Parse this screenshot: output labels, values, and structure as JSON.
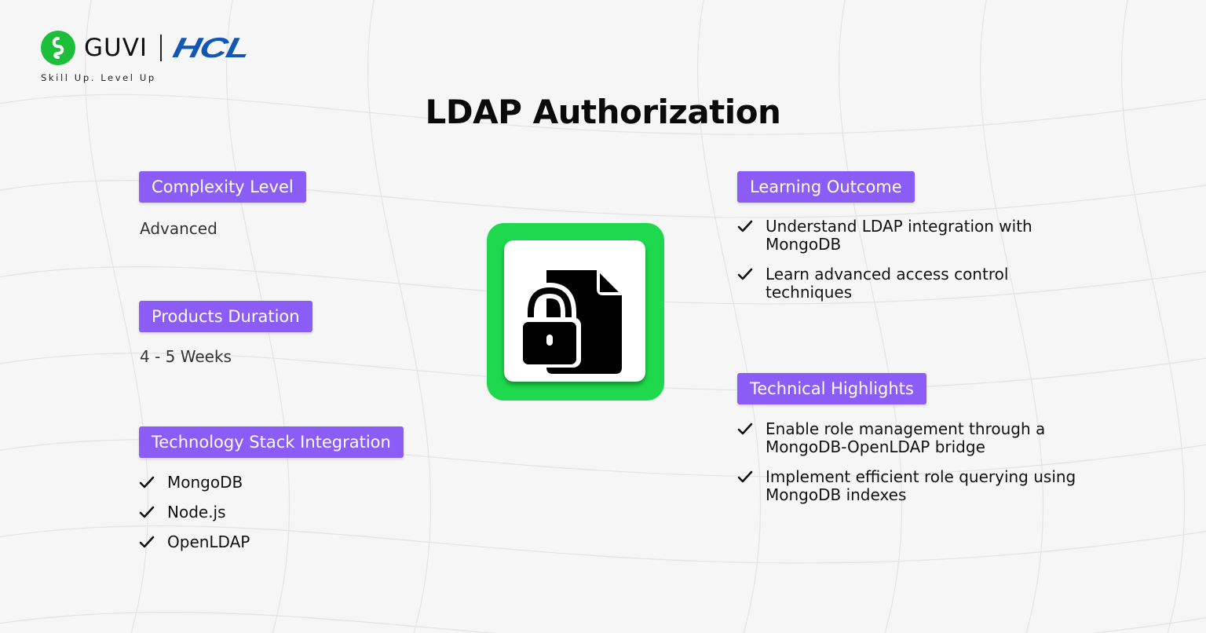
{
  "brand": {
    "guvi": "GUVI",
    "hcl": "HCL",
    "tagline": "Skill Up. Level Up"
  },
  "title": "LDAP Authorization",
  "colors": {
    "label_bg": "#8b5cf6",
    "icon_bg": "#1ed94d",
    "hcl_blue": "#1157b5",
    "guvi_green": "#1dbf3a"
  },
  "left": {
    "complexity": {
      "label": "Complexity Level",
      "value": "Advanced"
    },
    "duration": {
      "label": "Products Duration",
      "value": "4  - 5 Weeks"
    },
    "stack": {
      "label": "Technology Stack Integration",
      "items": [
        "MongoDB",
        "Node.js",
        "OpenLDAP"
      ]
    }
  },
  "right": {
    "outcome": {
      "label": "Learning Outcome",
      "items": [
        "Understand LDAP integration with MongoDB",
        "Learn advanced access control techniques"
      ]
    },
    "highlights": {
      "label": "Technical Highlights",
      "items": [
        "Enable role management through a MongoDB-OpenLDAP bridge",
        "Implement efficient role querying using MongoDB indexes"
      ]
    }
  },
  "icons": {
    "center": "file-lock-icon",
    "check": "checkmark-icon",
    "logo": "guvi-logo-icon"
  }
}
